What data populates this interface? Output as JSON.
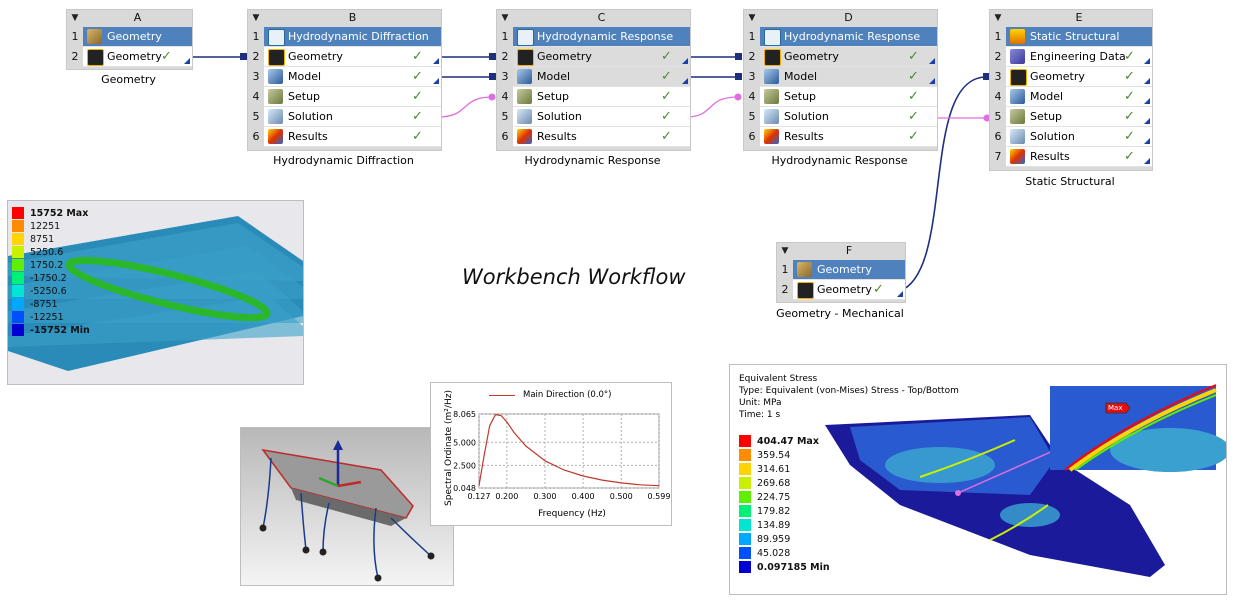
{
  "workflow_title": "Workbench Workflow",
  "systems": {
    "A": {
      "letter": "A",
      "rows": [
        "Geometry",
        "Geometry"
      ],
      "caption": "Geometry"
    },
    "B": {
      "letter": "B",
      "rows": [
        "Hydrodynamic Diffraction",
        "Geometry",
        "Model",
        "Setup",
        "Solution",
        "Results"
      ],
      "caption": "Hydrodynamic Diffraction"
    },
    "C": {
      "letter": "C",
      "rows": [
        "Hydrodynamic Response",
        "Geometry",
        "Model",
        "Setup",
        "Solution",
        "Results"
      ],
      "caption": "Hydrodynamic Response"
    },
    "D": {
      "letter": "D",
      "rows": [
        "Hydrodynamic Response",
        "Geometry",
        "Model",
        "Setup",
        "Solution",
        "Results"
      ],
      "caption": "Hydrodynamic Response"
    },
    "E": {
      "letter": "E",
      "rows": [
        "Static Structural",
        "Engineering Data",
        "Geometry",
        "Model",
        "Setup",
        "Solution",
        "Results"
      ],
      "caption": "Static Structural"
    },
    "F": {
      "letter": "F",
      "rows": [
        "Geometry",
        "Geometry"
      ],
      "caption": "Geometry - Mechanical"
    }
  },
  "row_numbers": [
    "1",
    "2",
    "3",
    "4",
    "5",
    "6",
    "7"
  ],
  "check": "✓",
  "pressure_legend": [
    "15752 Max",
    "12251",
    "8751",
    "5250.6",
    "1750.2",
    "-1750.2",
    "-5250.6",
    "-8751",
    "-12251",
    "-15752 Min"
  ],
  "stress": {
    "title": "Equivalent Stress",
    "type": "Type: Equivalent (von-Mises) Stress - Top/Bottom",
    "unit": "Unit: MPa",
    "time": "Time: 1 s",
    "legend": [
      "404.47 Max",
      "359.54",
      "314.61",
      "269.68",
      "224.75",
      "179.82",
      "134.89",
      "89.959",
      "45.028",
      "0.097185 Min"
    ],
    "max_tag": "Max"
  },
  "legend_colors": [
    "#ff0000",
    "#ff8c00",
    "#ffd400",
    "#c8f000",
    "#5ef000",
    "#00f078",
    "#00e6d2",
    "#00a8ff",
    "#0050ff",
    "#0000d0"
  ],
  "chart_data": {
    "type": "line",
    "series": [
      {
        "name": "Main Direction (0.0°)",
        "x": [
          0.127,
          0.14,
          0.155,
          0.17,
          0.185,
          0.2,
          0.22,
          0.25,
          0.3,
          0.35,
          0.4,
          0.45,
          0.5,
          0.55,
          0.599
        ],
        "y": [
          0.3,
          3.5,
          6.8,
          8.0,
          7.9,
          7.2,
          6.0,
          4.6,
          3.0,
          2.0,
          1.35,
          0.9,
          0.6,
          0.4,
          0.3
        ]
      }
    ],
    "xlabel": "Frequency (Hz)",
    "ylabel": "Spectral Ordinate (m²/Hz)",
    "xticks": [
      "0.127",
      "0.200",
      "0.300",
      "0.400",
      "0.500",
      "0.599"
    ],
    "yticks": [
      "0.048",
      "2.500",
      "5.000",
      "8.065"
    ],
    "xlim": [
      0.127,
      0.599
    ],
    "ylim": [
      0.048,
      8.065
    ],
    "color": "#c0392b",
    "grid": true,
    "legend": "top"
  }
}
